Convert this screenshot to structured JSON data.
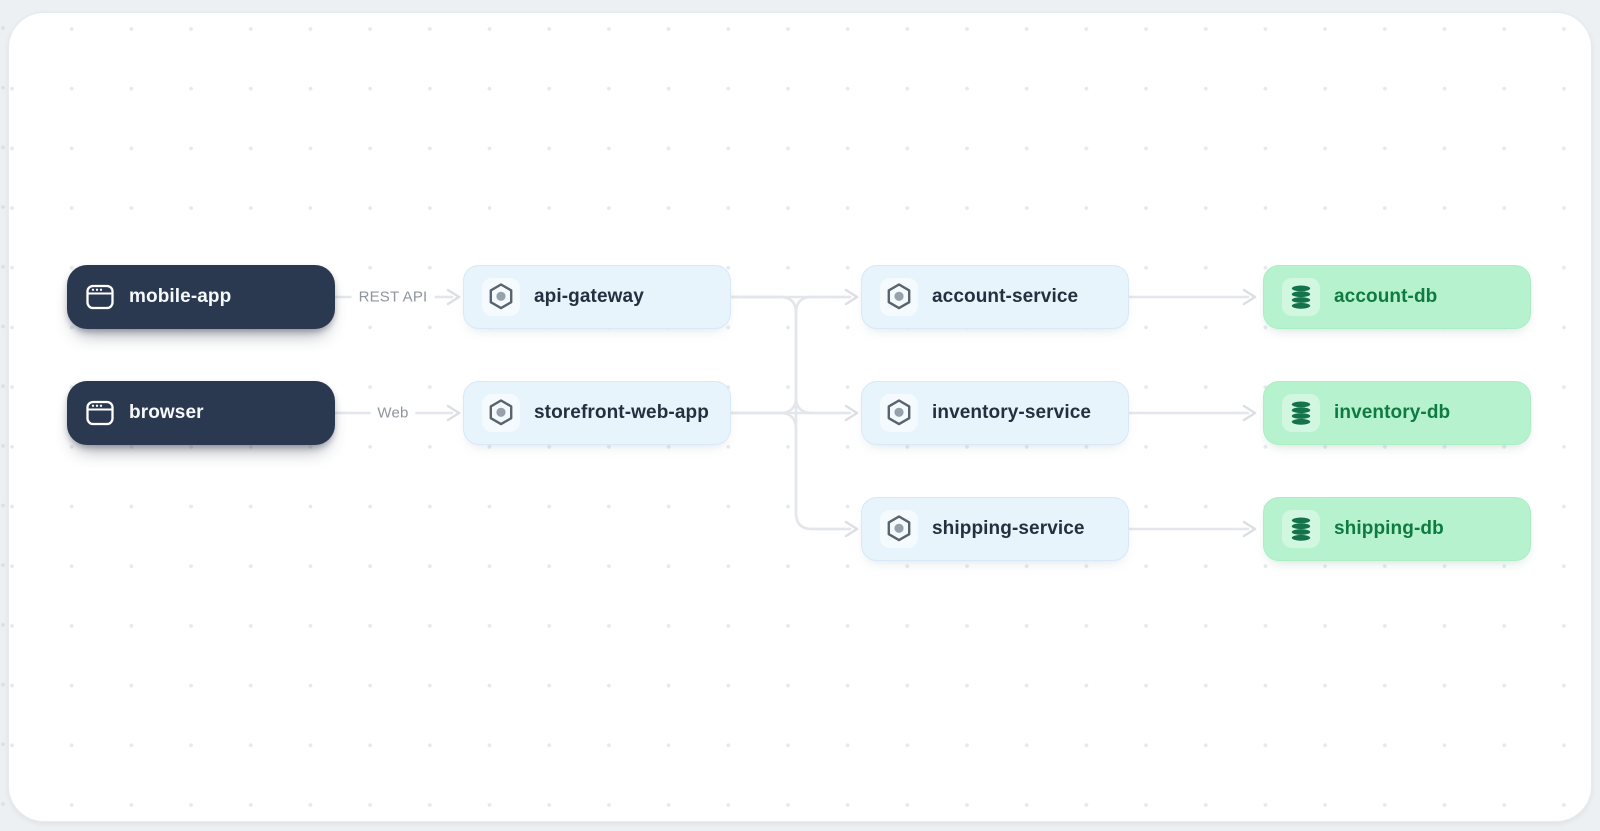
{
  "diagram": {
    "nodes": {
      "mobile_app": {
        "label": "mobile-app",
        "type": "client",
        "icon": "app-window-icon"
      },
      "browser": {
        "label": "browser",
        "type": "client",
        "icon": "app-window-icon"
      },
      "api_gateway": {
        "label": "api-gateway",
        "type": "service",
        "icon": "hexagon-node-icon"
      },
      "storefront_web_app": {
        "label": "storefront-web-app",
        "type": "service",
        "icon": "hexagon-node-icon"
      },
      "account_service": {
        "label": "account-service",
        "type": "service",
        "icon": "hexagon-node-icon"
      },
      "inventory_service": {
        "label": "inventory-service",
        "type": "service",
        "icon": "hexagon-node-icon"
      },
      "shipping_service": {
        "label": "shipping-service",
        "type": "service",
        "icon": "hexagon-node-icon"
      },
      "account_db": {
        "label": "account-db",
        "type": "database",
        "icon": "database-icon"
      },
      "inventory_db": {
        "label": "inventory-db",
        "type": "database",
        "icon": "database-icon"
      },
      "shipping_db": {
        "label": "shipping-db",
        "type": "database",
        "icon": "database-icon"
      }
    },
    "edges": [
      {
        "from": "mobile-app",
        "to": "api-gateway",
        "label": "REST API"
      },
      {
        "from": "browser",
        "to": "storefront-web-app",
        "label": "Web"
      },
      {
        "from": "api-gateway",
        "to": "account-service",
        "label": ""
      },
      {
        "from": "api-gateway",
        "to": "inventory-service",
        "label": ""
      },
      {
        "from": "api-gateway",
        "to": "shipping-service",
        "label": ""
      },
      {
        "from": "storefront-web-app",
        "to": "account-service",
        "label": ""
      },
      {
        "from": "storefront-web-app",
        "to": "inventory-service",
        "label": ""
      },
      {
        "from": "storefront-web-app",
        "to": "shipping-service",
        "label": ""
      },
      {
        "from": "account-service",
        "to": "account-db",
        "label": ""
      },
      {
        "from": "inventory-service",
        "to": "inventory-db",
        "label": ""
      },
      {
        "from": "shipping-service",
        "to": "shipping-db",
        "label": ""
      }
    ],
    "colors": {
      "canvas_bg": "#ffffff",
      "page_bg": "#ecf0f2",
      "dot_grid": "#e7eaed",
      "edge_stroke": "#e3e6ea",
      "client_node_bg": "#2b3950",
      "client_node_text": "#f6f8fa",
      "service_node_bg": "#e7f4fc",
      "service_node_border": "#d9e8f6",
      "service_node_text": "#24303f",
      "db_node_bg": "#b7f2cf",
      "db_node_text": "#0f7a41",
      "db_icon": "#15734b",
      "edge_label_text": "#8e959d",
      "hexagon_stroke": "#59646f",
      "hexagon_dot": "#97a1ab"
    }
  }
}
